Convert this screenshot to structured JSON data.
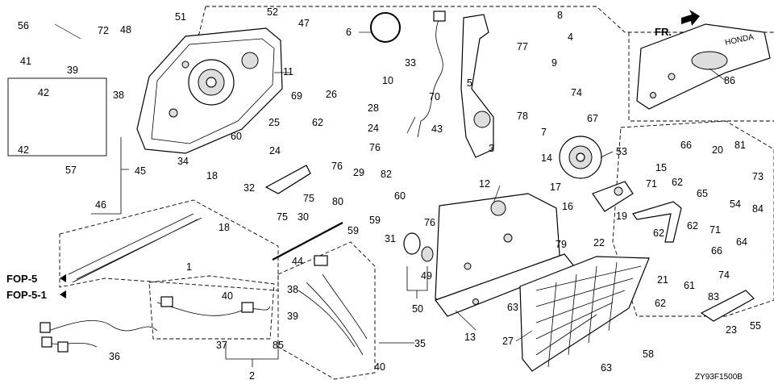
{
  "diagram": {
    "code": "ZY93F1500B",
    "arrow_label": "FR.",
    "brand_mark": "HONDA",
    "refs": [
      "FOP-5",
      "FOP-5-1"
    ],
    "numbers": {
      "n1": "1",
      "n2": "2",
      "n3": "3",
      "n4": "4",
      "n5": "5",
      "n6": "6",
      "n7": "7",
      "n8": "8",
      "n9": "9",
      "n10": "10",
      "n11": "11",
      "n12": "12",
      "n13": "13",
      "n14": "14",
      "n15": "15",
      "n16": "16",
      "n17": "17",
      "n18a": "18",
      "n18b": "18",
      "n19": "19",
      "n20": "20",
      "n21": "21",
      "n22": "22",
      "n23": "23",
      "n24a": "24",
      "n24b": "24",
      "n25": "25",
      "n26": "26",
      "n27": "27",
      "n28": "28",
      "n29": "29",
      "n30": "30",
      "n31": "31",
      "n32": "32",
      "n33": "33",
      "n34": "34",
      "n35": "35",
      "n36": "36",
      "n37": "37",
      "n38a": "38",
      "n38b": "38",
      "n39a": "39",
      "n39b": "39",
      "n40a": "40",
      "n40b": "40",
      "n41": "41",
      "n42a": "42",
      "n42b": "42",
      "n43": "43",
      "n44": "44",
      "n45": "45",
      "n46": "46",
      "n47": "47",
      "n48": "48",
      "n49": "49",
      "n50": "50",
      "n51": "51",
      "n52": "52",
      "n53": "53",
      "n54": "54",
      "n55": "55",
      "n56": "56",
      "n57": "57",
      "n58": "58",
      "n59a": "59",
      "n59b": "59",
      "n60a": "60",
      "n60b": "60",
      "n61": "61",
      "n62a": "62",
      "n62b": "62",
      "n62c": "62",
      "n62d": "62",
      "n62e": "62",
      "n63a": "63",
      "n63b": "63",
      "n64": "64",
      "n65": "65",
      "n66a": "66",
      "n66b": "66",
      "n67": "67",
      "n69": "69",
      "n70": "70",
      "n71a": "71",
      "n71b": "71",
      "n72": "72",
      "n73": "73",
      "n74a": "74",
      "n74b": "74",
      "n75a": "75",
      "n75b": "75",
      "n76a": "76",
      "n76b": "76",
      "n76c": "76",
      "n77": "77",
      "n78": "78",
      "n79": "79",
      "n80": "80",
      "n81": "81",
      "n82": "82",
      "n83": "83",
      "n84": "84",
      "n85": "85",
      "n86": "86"
    }
  }
}
